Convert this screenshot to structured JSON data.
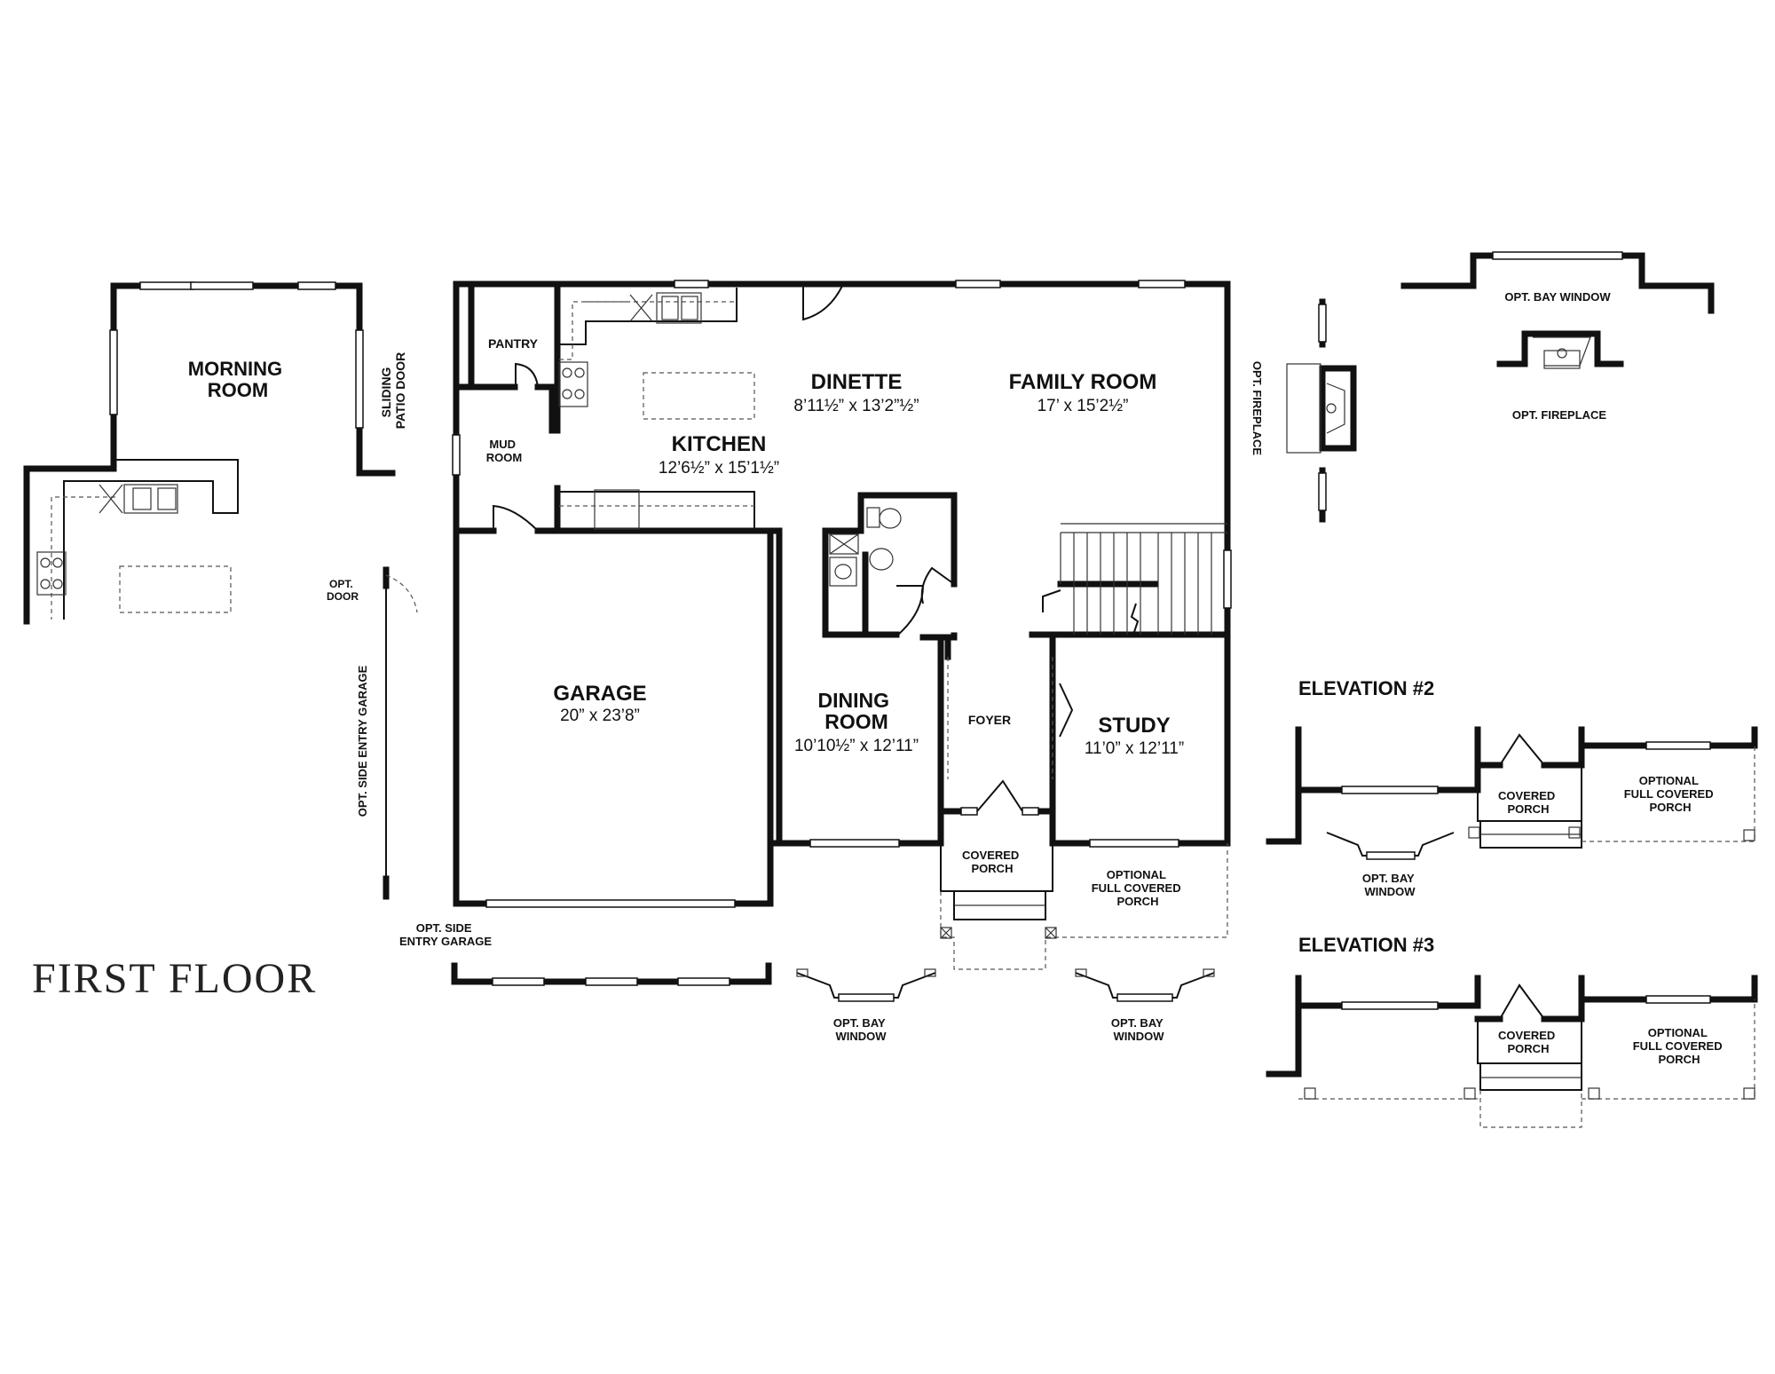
{
  "title": "FIRST FLOOR",
  "rooms": {
    "morning_room": "MORNING ROOM",
    "sliding_patio_door": "SLIDING PATIO DOOR",
    "opt_door": "OPT. DOOR",
    "opt_side_entry_garage_vertical": "OPT. SIDE ENTRY GARAGE",
    "opt_side_entry_garage": "OPT. SIDE ENTRY GARAGE",
    "pantry": "PANTRY",
    "mud_room": "MUD ROOM",
    "kitchen": {
      "name": "KITCHEN",
      "size": "12’6½” x 15’1½”"
    },
    "dinette": {
      "name": "DINETTE",
      "size": "8’11½” x 13’2”½”"
    },
    "family_room": {
      "name": "FAMILY ROOM",
      "size": "17’ x 15’2½”"
    },
    "garage": {
      "name": "GARAGE",
      "size": "20” x 23’8”"
    },
    "dining_room": {
      "name": "DINING ROOM",
      "size": "10’10½” x 12’11”"
    },
    "foyer": "FOYER",
    "study": {
      "name": "STUDY",
      "size": "11’0” x 12’11”"
    },
    "covered_porch": "COVERED PORCH",
    "optional_full_covered_porch": "OPTIONAL FULL COVERED PORCH",
    "opt_bay_window": "OPT. BAY WINDOW",
    "opt_fireplace": "OPT. FIREPLACE"
  },
  "elevations": {
    "elevation_2": {
      "title": "ELEVATION #2",
      "covered_porch": "COVERED PORCH",
      "optional_full_covered_porch": "OPTIONAL FULL COVERED PORCH",
      "opt_bay_window": "OPT. BAY WINDOW"
    },
    "elevation_3": {
      "title": "ELEVATION #3",
      "covered_porch": "COVERED PORCH",
      "optional_full_covered_porch": "OPTIONAL FULL COVERED PORCH"
    }
  }
}
